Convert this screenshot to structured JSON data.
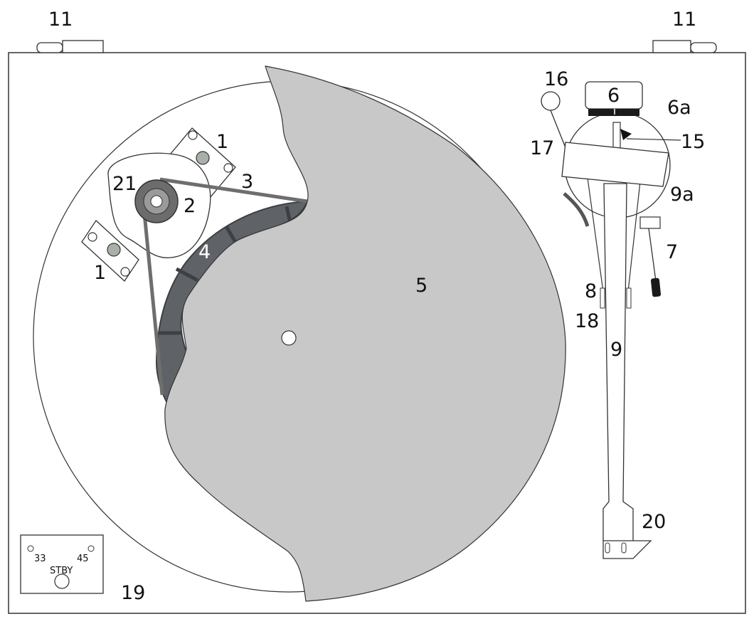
{
  "diagram": {
    "colors": {
      "outline": "#333333",
      "platter": "#c8c8c8",
      "subplatter": "#5f6368",
      "subplatter_edge": "#3d3f42",
      "belt": "#6e6e6e",
      "pulley_outer": "#6c6c6c",
      "pulley_ring": "#9a9a9a",
      "foot": "#a8b0a8",
      "weight_dial": "#1a1a1a"
    },
    "labels": {
      "feet": "11",
      "motor_mount": "1",
      "motor_pulley": "2",
      "belt": "3",
      "subplatter": "4",
      "platter": "5",
      "counterweight": "6",
      "counterweight_alt": "6a",
      "cue_lever": "7",
      "arm_clip": "8",
      "tonearm": "9",
      "arm_bearing": "9a",
      "bias": "15",
      "bias_weight": "16",
      "bias_thread": "17",
      "arm_rest": "18",
      "plinth": "19",
      "headshell": "20",
      "motor": "21"
    },
    "speed_panel": {
      "speed_33": "33",
      "speed_45": "45",
      "standby": "STBY"
    }
  }
}
